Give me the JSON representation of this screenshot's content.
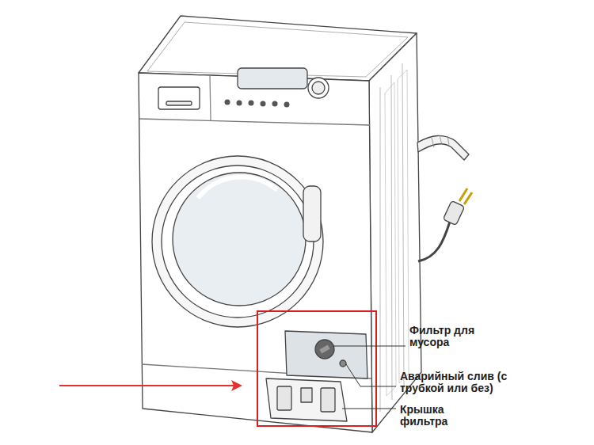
{
  "diagram": {
    "labels": [
      "Фильтр для мусора",
      "Аварийный слив (с трубкой или без)",
      "Крышка фильтра"
    ]
  }
}
